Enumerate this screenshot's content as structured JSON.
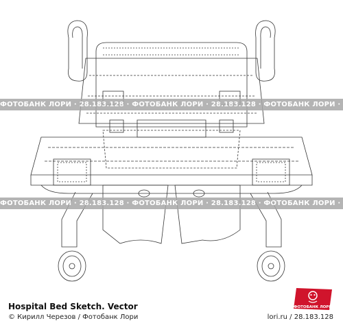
{
  "watermark": {
    "top_text": "ФОТОБАНК ЛОРИ · 28.183.128 · ФОТОБАНК ЛОРИ · 28.183.128 · ФОТОБАНК ЛОРИ · 28.183.128",
    "bottom_text": "ФОТОБАНК ЛОРИ · 28.183.128 · ФОТОБАНК ЛОРИ · 28.183.128 · ФОТОБАНК ЛОРИ · 28.183.128"
  },
  "caption": {
    "title": "Hospital Bed Sketch. Vector",
    "author": "© Кирилл Черезов / Фотобанк Лори",
    "image_id": "lori.ru / 28.183.128"
  },
  "logo": {
    "text": "ФОТОБАНК ЛОРИ",
    "color": "#d0142c"
  },
  "colors": {
    "line": "#333333",
    "watermark": "#a8a8a8"
  }
}
